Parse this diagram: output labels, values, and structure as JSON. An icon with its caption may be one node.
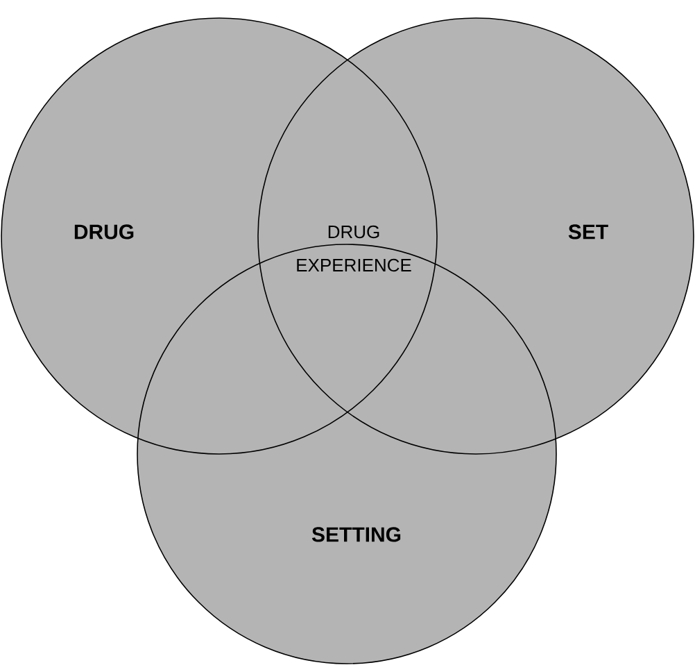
{
  "diagram": {
    "nodes": [
      {
        "text": [
          "DRUG"
        ]
      },
      {
        "text": [
          "SET"
        ]
      },
      {
        "text": [
          "SETTING"
        ]
      }
    ],
    "labels": [
      "DRUG EXPERIENCE"
    ]
  }
}
